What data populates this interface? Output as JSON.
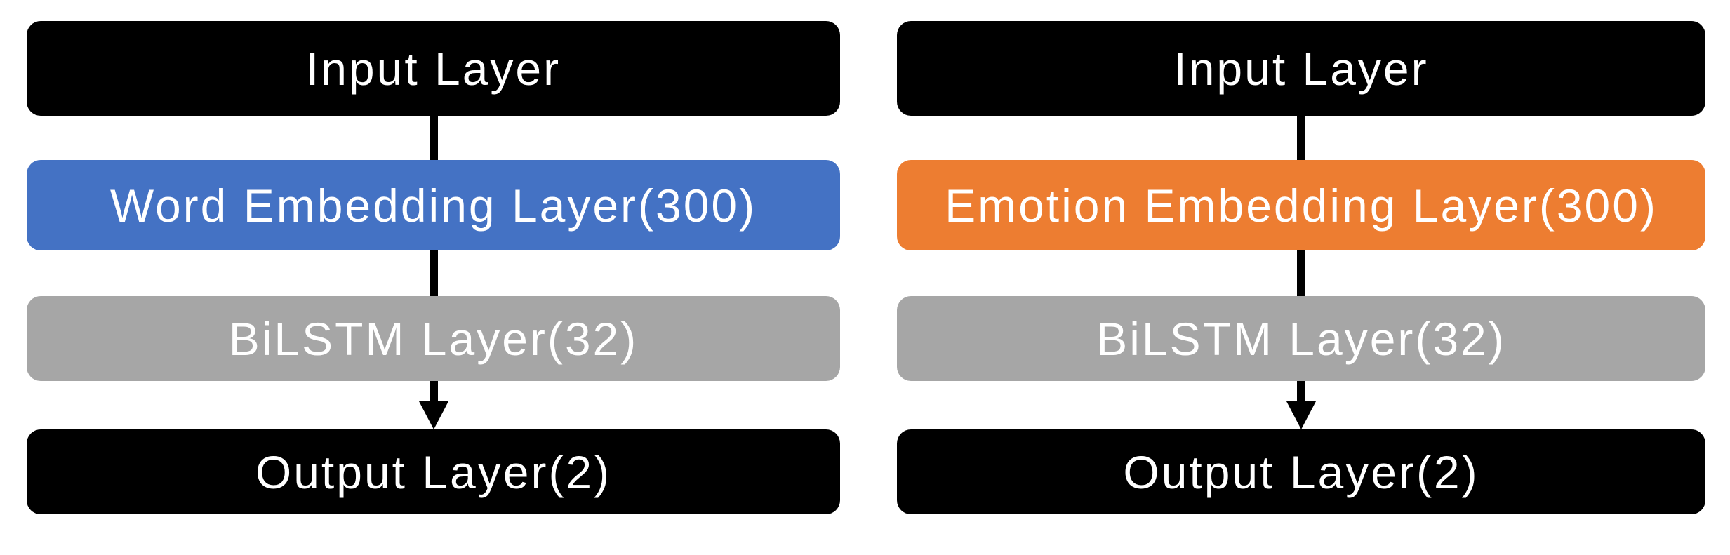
{
  "diagram": {
    "background": "#FFFFFF",
    "connector_color": "#000000",
    "text_color": "#FFFFFF",
    "branches": [
      {
        "name": "word-embedding-branch",
        "nodes": [
          {
            "label": "Input Layer",
            "color": "#000000"
          },
          {
            "label": "Word Embedding Layer(300)",
            "color": "#4472C4"
          },
          {
            "label": "BiLSTM Layer(32)",
            "color": "#A6A6A6"
          },
          {
            "label": "Output Layer(2)",
            "color": "#000000"
          }
        ],
        "connectors": [
          {
            "type": "line"
          },
          {
            "type": "line"
          },
          {
            "type": "arrow-down"
          }
        ]
      },
      {
        "name": "emotion-embedding-branch",
        "nodes": [
          {
            "label": "Input Layer",
            "color": "#000000"
          },
          {
            "label": "Emotion Embedding Layer(300)",
            "color": "#ED7D31"
          },
          {
            "label": "BiLSTM Layer(32)",
            "color": "#A6A6A6"
          },
          {
            "label": "Output Layer(2)",
            "color": "#000000"
          }
        ],
        "connectors": [
          {
            "type": "line"
          },
          {
            "type": "line"
          },
          {
            "type": "arrow-down"
          }
        ]
      }
    ]
  }
}
